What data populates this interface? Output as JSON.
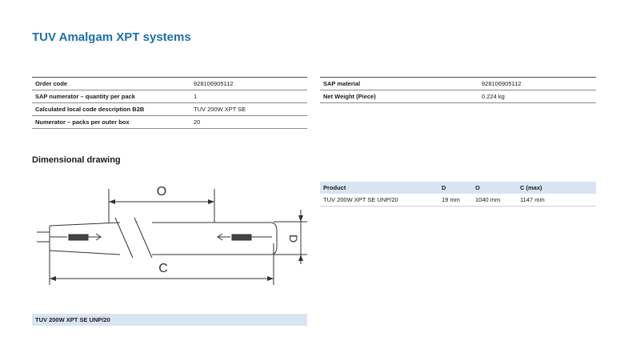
{
  "title": "TUV Amalgam XPT systems",
  "spec_left": [
    {
      "label": "Order code",
      "value": "928106905112"
    },
    {
      "label": "SAP numerator – quantity per pack",
      "value": "1"
    },
    {
      "label": "Calculated local code description B2B",
      "value": "TUV 200W XPT SE"
    },
    {
      "label": "Numerator – packs per outer box",
      "value": "20"
    }
  ],
  "spec_right": [
    {
      "label": "SAP material",
      "value": "928106905112"
    },
    {
      "label": "Net Weight (Piece)",
      "value": "0.224 kg"
    }
  ],
  "dimensional": {
    "heading": "Dimensional drawing",
    "labels": {
      "o": "O",
      "c": "C",
      "d": "D"
    },
    "table": {
      "headers": [
        "Product",
        "D",
        "O",
        "C (max)"
      ],
      "rows": [
        [
          "TUV 200W XPT SE UNP/20",
          "19 mm",
          "1040 mm",
          "1147 mm"
        ]
      ]
    },
    "caption": "TUV 200W XPT SE UNP/20"
  }
}
